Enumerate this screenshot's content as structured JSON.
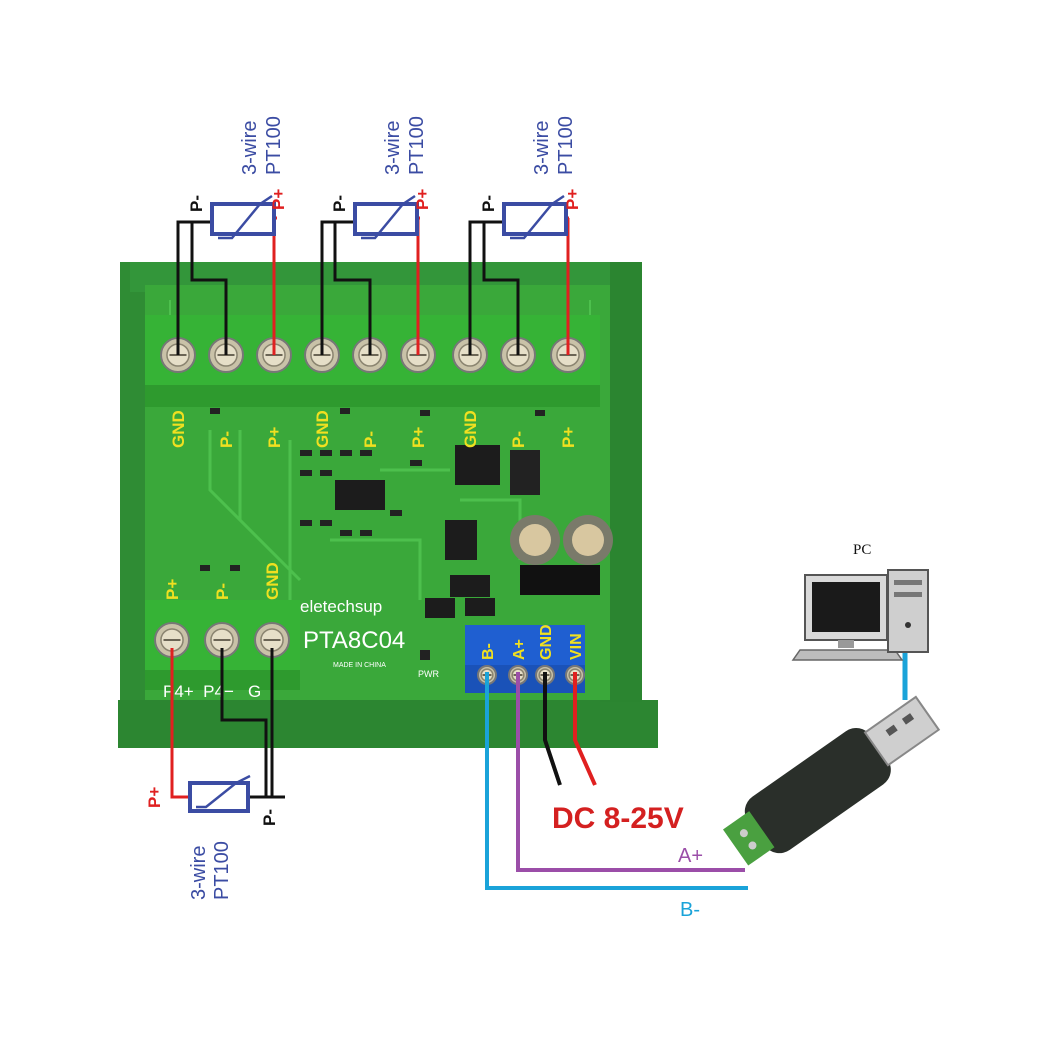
{
  "sensors": [
    {
      "type_line1": "3-wire",
      "type_line2": "PT100",
      "neg_label": "P-",
      "pos_label": "P+"
    },
    {
      "type_line1": "3-wire",
      "type_line2": "PT100",
      "neg_label": "P-",
      "pos_label": "P+"
    },
    {
      "type_line1": "3-wire",
      "type_line2": "PT100",
      "neg_label": "P-",
      "pos_label": "P+"
    },
    {
      "type_line1": "3-wire",
      "type_line2": "PT100",
      "neg_label": "P-",
      "pos_label": "P+"
    }
  ],
  "board": {
    "brand": "eletechsup",
    "model": "PTA8C04",
    "made_in": "MADE IN CHINA",
    "pwr_label": "PWR",
    "top_terminals": [
      "GND",
      "P-",
      "P+",
      "GND",
      "P-",
      "P+",
      "GND",
      "P-",
      "P+"
    ],
    "bottom_terminals": [
      "P+",
      "P-",
      "GND"
    ],
    "bottom_silk": "P4+  P4−   G",
    "bus_terminals": [
      "B-",
      "A+",
      "GND",
      "VIN"
    ]
  },
  "power": {
    "label": "DC 8-25V"
  },
  "rs485": {
    "a_label": "A+",
    "b_label": "B-"
  },
  "pc": {
    "label": "PC"
  },
  "colors": {
    "board_green": "#3aa83a",
    "terminal_green": "#36b336",
    "wire_red": "#e02020",
    "wire_black": "#111111",
    "wire_purple": "#9b4ea8",
    "wire_cyan": "#1aa3d9",
    "sensor_blue": "#3b4ca3",
    "label_yellow": "#f0e020",
    "power_red": "#d42020"
  }
}
